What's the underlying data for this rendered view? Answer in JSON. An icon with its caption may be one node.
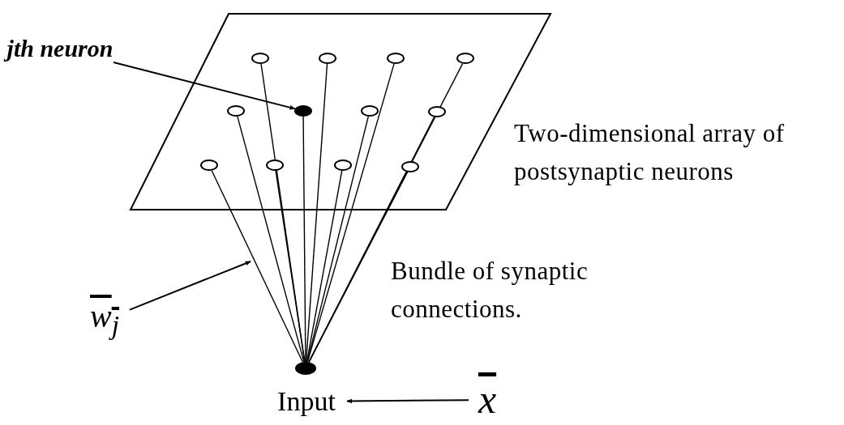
{
  "diagram": {
    "nodes": [
      {
        "text": [],
        "shape": "parallelogram",
        "beside": [
          "Two-dimensional array of postsynaptic neurons"
        ]
      },
      {
        "text": [],
        "shape": "circle",
        "in": 0
      },
      {
        "text": [],
        "shape": "circle",
        "in": 0
      },
      {
        "text": [],
        "shape": "circle",
        "in": 0
      },
      {
        "text": [],
        "shape": "circle",
        "in": 0
      },
      {
        "text": [],
        "shape": "circle",
        "in": 0
      },
      {
        "text": [],
        "shape": "circle",
        "in": 0
      },
      {
        "text": [],
        "shape": "circle",
        "in": 0
      },
      {
        "text": [],
        "shape": "circle",
        "in": 0
      },
      {
        "text": [],
        "shape": "circle",
        "in": 0
      },
      {
        "text": [],
        "shape": "circle",
        "in": 0
      },
      {
        "text": [],
        "shape": "circle",
        "in": 0
      },
      {
        "text": [],
        "shape": "circle",
        "in": 0
      },
      {
        "text": [
          "jth neuron"
        ]
      },
      {
        "text": [],
        "shape": "circle"
      },
      {
        "text": [
          "Input"
        ]
      },
      {
        "text": [
          "x"
        ]
      },
      {
        "text": [
          "w$_{j}$"
        ]
      }
    ],
    "edges": [
      {
        "from": 14,
        "to": 1,
        "arrow": "none"
      },
      {
        "from": 14,
        "to": 2,
        "arrow": "none"
      },
      {
        "from": 14,
        "to": 3,
        "arrow": "none"
      },
      {
        "from": 14,
        "to": 4,
        "arrow": "none"
      },
      {
        "from": 14,
        "to": 5,
        "arrow": "none"
      },
      {
        "from": 14,
        "to": 6,
        "arrow": "none"
      },
      {
        "from": 14,
        "to": 7,
        "arrow": "none"
      },
      {
        "from": 14,
        "to": 8,
        "arrow": "none"
      },
      {
        "from": 14,
        "to": 9,
        "arrow": "none"
      },
      {
        "from": 14,
        "to": 10,
        "arrow": "none"
      },
      {
        "from": 14,
        "to": 11,
        "arrow": "none"
      },
      {
        "from": 14,
        "to": 12,
        "arrow": "none"
      },
      {
        "from": 13,
        "to": 6,
        "arrow": "to"
      },
      {
        "from": 17,
        "to": null,
        "arrow": "to"
      },
      {
        "from": 16,
        "to": 15,
        "arrow": "to"
      }
    ],
    "labels": [
      "Bundle of synaptic connections."
    ]
  }
}
